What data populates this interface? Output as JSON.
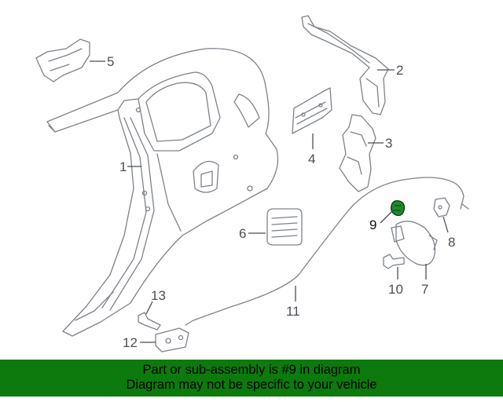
{
  "callouts": {
    "c1": "1",
    "c2": "2",
    "c3": "3",
    "c4": "4",
    "c5": "5",
    "c6": "6",
    "c7": "7",
    "c8": "8",
    "c9": "9",
    "c10": "10",
    "c11": "11",
    "c12": "12",
    "c13": "13"
  },
  "highlight": {
    "part_number": "9",
    "color": "#0c7a0c"
  },
  "banner": {
    "line1": "Part or sub-assembly is #9 in diagram",
    "line2": "Diagram may not be specific to your vehicle",
    "background": "#0c7a0c"
  }
}
